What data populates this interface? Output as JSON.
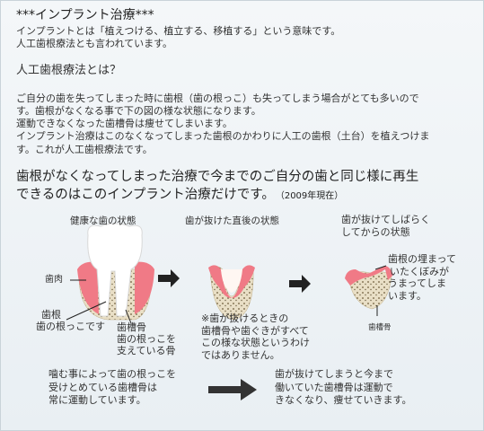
{
  "title": "***インプラント治療***",
  "intro": [
    "インプラントとは「植えつける、植立する、移植する」という意味です。",
    "人工歯根療法とも言われています。"
  ],
  "subheading": "人工歯根療法とは？",
  "paragraph": [
    "ご自分の歯を失ってしまった時に歯根（歯の根っこ）も失ってしまう場合がとても多いので",
    "す。歯根がなくなる事で下の図の様な状態になります。",
    "運動できなくなった歯槽骨は痩せてしまいます。",
    "インプラント治療はこのなくなってしまった歯根のかわりに人工の歯根（土台）を植えつけま",
    "す。これが人工歯根療法です。"
  ],
  "highlight": {
    "line1": "歯根がなくなってしまった治療で今までのご自分の歯と同じ様に再生",
    "line2": "できるのはこのインプラント治療だけです。",
    "note": "（2009年現在）"
  },
  "diagram": {
    "caption_healthy": "健康な歯の状態",
    "caption_extracted": "歯が抜けた直後の状態",
    "caption_later": [
      "歯が抜けてしばらく",
      "してからの状態"
    ],
    "label_gum": "歯肉",
    "label_root": [
      "歯根",
      "歯の根っこです"
    ],
    "label_bone": [
      "歯槽骨",
      "歯の根っこを",
      "支えている骨"
    ],
    "footnote": [
      "※歯が抜けるときの",
      "歯槽骨や歯ぐきがすべて",
      "この様な状態というわけ",
      "ではありません。"
    ],
    "label_filled": [
      "歯根の埋まって",
      "いたくぼみが",
      "うまってしま",
      "います。"
    ],
    "label_bone2": "歯槽骨",
    "bottom_left": [
      "噛む事によって歯の根っこを",
      "受けとめている歯槽骨は",
      "常に運動しています。"
    ],
    "bottom_right": [
      "歯が抜けてしまうと今まで",
      "働いていた歯槽骨は運動で",
      "きなくなり、痩せていきます。"
    ]
  },
  "colors": {
    "gum": "#f07a86",
    "bone": "#e8dcc2",
    "arrow": "#222222",
    "tooth": "#ffffff"
  }
}
